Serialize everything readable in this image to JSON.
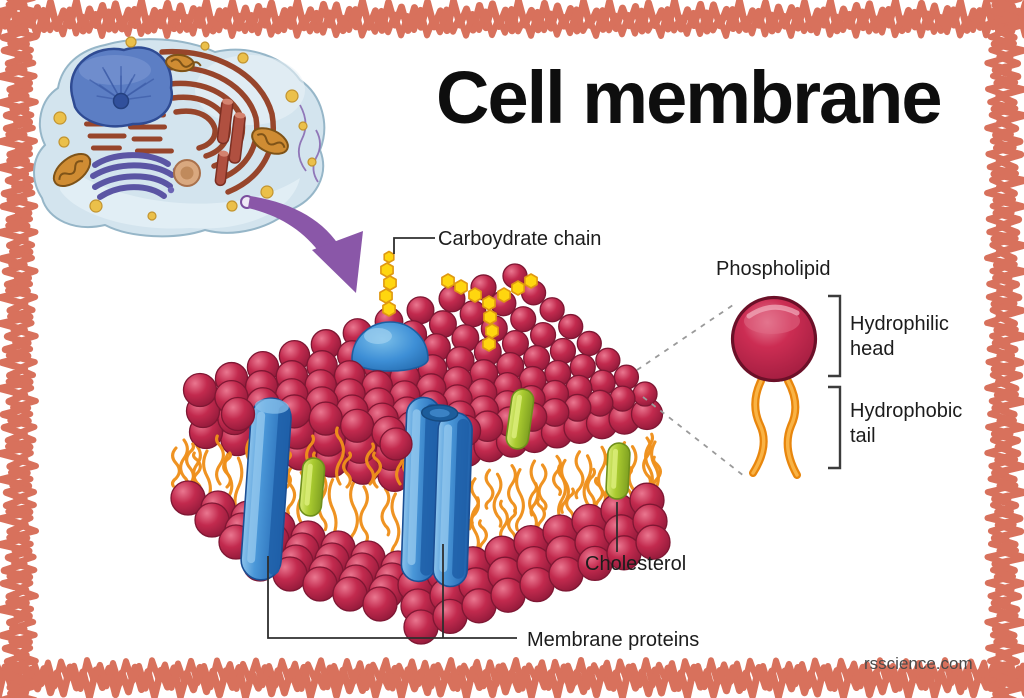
{
  "title": "Cell membrane",
  "attribution": "rsscience.com",
  "labels": {
    "carbohydrate_chain": "Carboydrate chain",
    "phospholipid": "Phospholipid",
    "hydrophilic_head": "Hydrophilic head",
    "hydrophobic_tail": "Hydrophobic tail",
    "cholesterol": "Cholesterol",
    "membrane_proteins": "Membrane proteins"
  },
  "colors": {
    "background": "#ffffff",
    "border_scribble": "#d8715c",
    "title_text": "#0e0e0e",
    "label_text": "#1c1c1c",
    "attribution_text": "#4a4a4a",
    "connector_line": "#2e2e2e",
    "dashed_line": "#9a9a9a",
    "bracket": "#3c3c3c",
    "lipid_head": "#c22a4e",
    "lipid_head_dark": "#7e1733",
    "lipid_head_light": "#ea7790",
    "tail": "#ee8f1b",
    "tail_light": "#f9b345",
    "protein": "#4a97d8",
    "protein_dark": "#1f5fa8",
    "protein_light": "#8ec4ec",
    "cholesterol": "#aacb30",
    "cholesterol_light": "#d9ec77",
    "cholesterol_dark": "#6f8f1b",
    "carbohydrate": "#ffd60f",
    "carbohydrate_dark": "#df9811",
    "glycoprotein_dome": "#3e8fd6",
    "arrow": "#8a57a8",
    "cell_body": "#d3e4ee",
    "cell_body_edge": "#96b6c8",
    "nucleus": "#5c7ec4",
    "nucleus_dark": "#2f4b93",
    "er": "#97452b",
    "golgi": "#5b55a4",
    "mitochondria": "#cf8c33",
    "mitochondria_dark": "#7e5318",
    "vesicle": "#ebc04a"
  }
}
